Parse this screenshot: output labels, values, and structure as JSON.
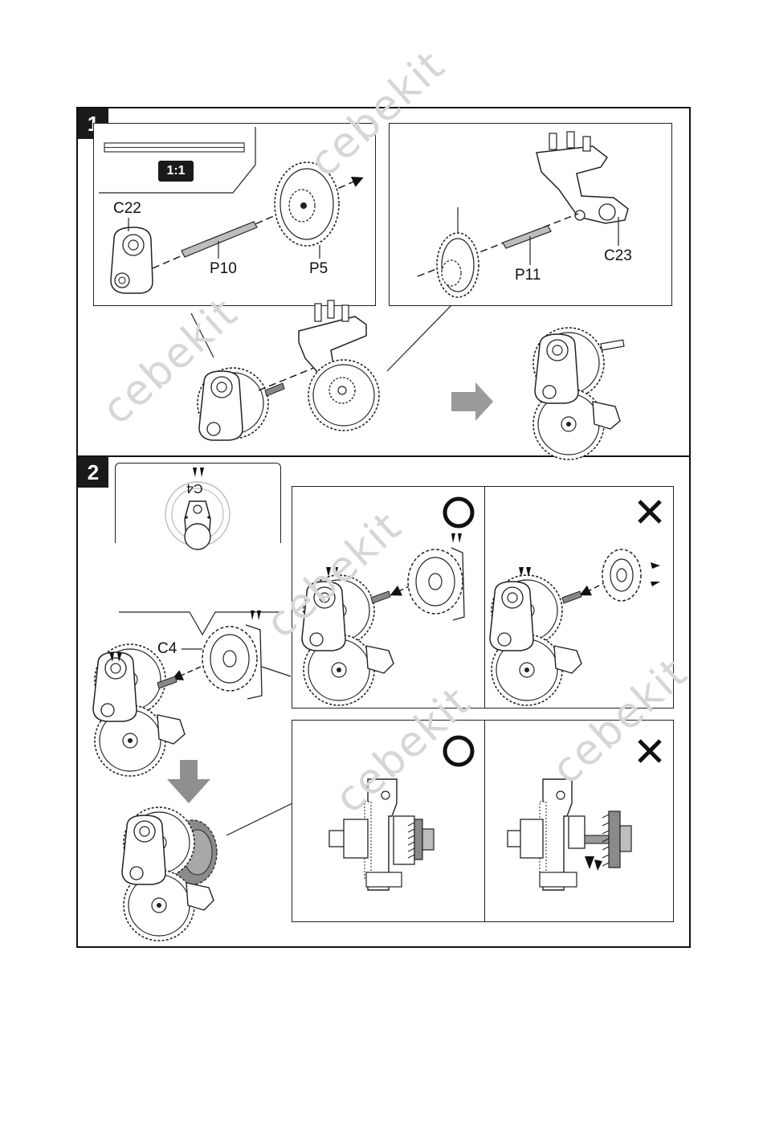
{
  "steps": [
    {
      "number": "1"
    },
    {
      "number": "2"
    }
  ],
  "step1": {
    "scale_label": "1:1",
    "parts": {
      "c22": "C22",
      "p10": "P10",
      "p5": "P5",
      "p11": "P11",
      "c23": "C23"
    }
  },
  "step2": {
    "part_c4": "C4",
    "part_c4_mirrored": "C4"
  },
  "marks": {
    "correct": "O",
    "wrong": "✕"
  },
  "watermark": "cebekit",
  "colors": {
    "ink": "#111111",
    "frame": "#1a1a1a",
    "watermark": "#d6d6d6",
    "gear_shaded": "#8a8a8a"
  }
}
